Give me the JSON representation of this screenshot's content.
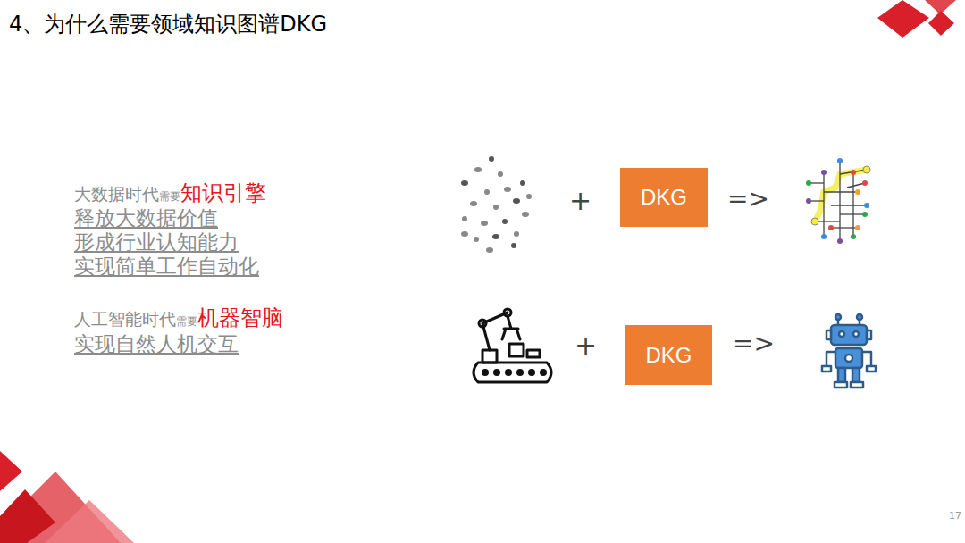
{
  "diagram": {
    "title": "4、为什么需要领域知识图谱DKG",
    "nodes": [
      {
        "text": [
          "DKG"
        ]
      },
      {
        "text": [
          "DKG"
        ]
      }
    ],
    "labels": [
      "大数据时代",
      "需要",
      "知识引擎",
      "释放大数据价值",
      "形成行业认知能力",
      "实现简单工作自动化",
      "人工智能时代",
      "需要",
      "机器智脑",
      "实现自然人机交互",
      "+",
      "=>",
      "+",
      "=>",
      "17"
    ]
  }
}
